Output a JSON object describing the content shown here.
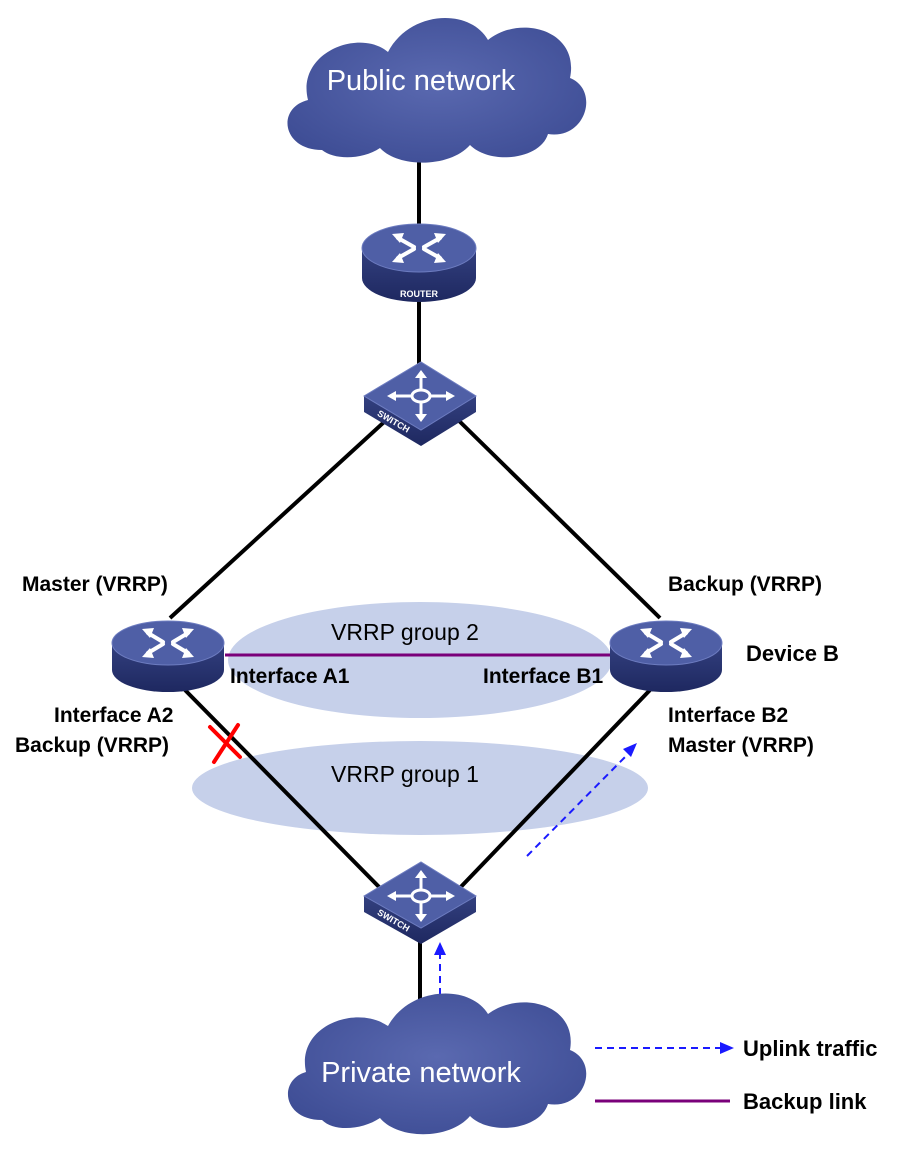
{
  "clouds": {
    "public": "Public network",
    "private": "Private network"
  },
  "devices": {
    "router_label": "ROUTER",
    "switch_label": "SWITCH",
    "device_b": "Device B"
  },
  "roles": {
    "device_a_top": "Master (VRRP)",
    "device_b_top": "Backup (VRRP)",
    "device_a_bottom": "Backup (VRRP)",
    "device_b_bottom": "Master (VRRP)"
  },
  "interfaces": {
    "a1": "Interface A1",
    "b1": "Interface B1",
    "a2": "Interface A2",
    "b2": "Interface B2"
  },
  "groups": {
    "group2": "VRRP group 2",
    "group1": "VRRP group 1"
  },
  "legend": {
    "uplink": "Uplink traffic",
    "backup": "Backup link"
  },
  "colors": {
    "device_blue": "#4f5fa6",
    "ellipse_fill": "#c6d0ea",
    "backup_link": "#7a007a",
    "uplink": "#1a1aff",
    "failure_mark": "#ff0000"
  }
}
